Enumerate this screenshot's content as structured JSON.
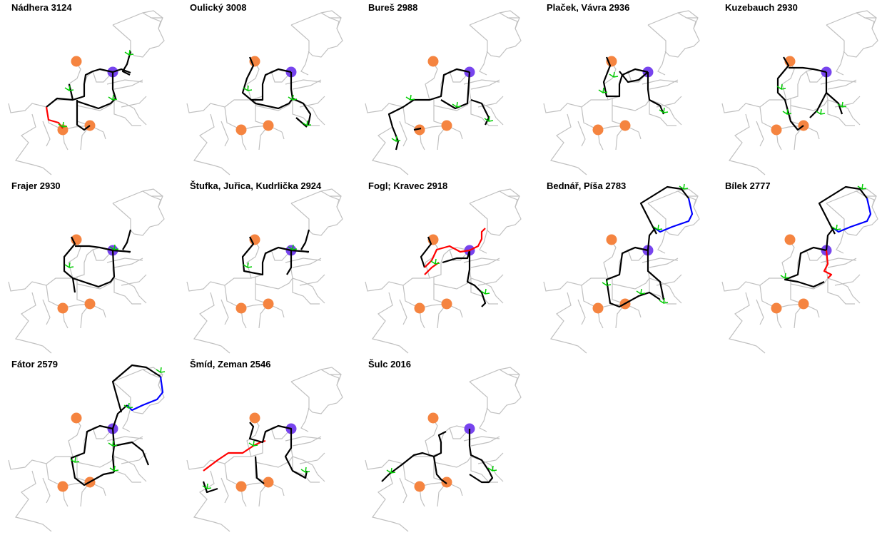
{
  "colors": {
    "network": "#c0c0c0",
    "route": "#000000",
    "route_highlight_red": "#ff0000",
    "route_highlight_blue": "#0000ff",
    "direction_marker": "#00cc00",
    "control_point": "#f58440",
    "start_point": "#7744ee"
  },
  "panels": [
    {
      "title": "Nádhera 3124"
    },
    {
      "title": "Oulický 3008"
    },
    {
      "title": "Bureš 2988"
    },
    {
      "title": "Plaček, Vávra 2936"
    },
    {
      "title": "Kuzebauch 2930"
    },
    {
      "title": "Frajer 2930"
    },
    {
      "title": "Štufka, Juřica, Kudrlička 2924"
    },
    {
      "title": "Fogl; Kravec 2918"
    },
    {
      "title": "Bednář, Píša 2783"
    },
    {
      "title": "Bílek 2777"
    },
    {
      "title": "Fátor 2579"
    },
    {
      "title": "Šmíd, Zeman 2546"
    },
    {
      "title": "Šulc 2016"
    }
  ]
}
